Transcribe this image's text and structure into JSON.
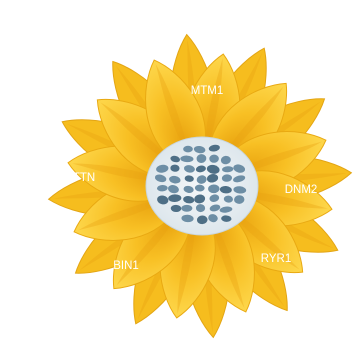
{
  "diagram": {
    "petal_labels": {
      "top": "MTM1",
      "left": "TTN",
      "right": "DNM2",
      "bottom_left": "BIN1",
      "bottom_right": "RYR1"
    },
    "colors": {
      "petal_back": "#f6bd1e",
      "petal_mid": "#fbc92c",
      "petal_front": "#fcd23a",
      "petal_shadow": "#e8a010",
      "center_base": "#eef3f6",
      "cell": "#6d8ea5",
      "cell_dark": "#4e6f86",
      "label": "#ffffff"
    }
  }
}
